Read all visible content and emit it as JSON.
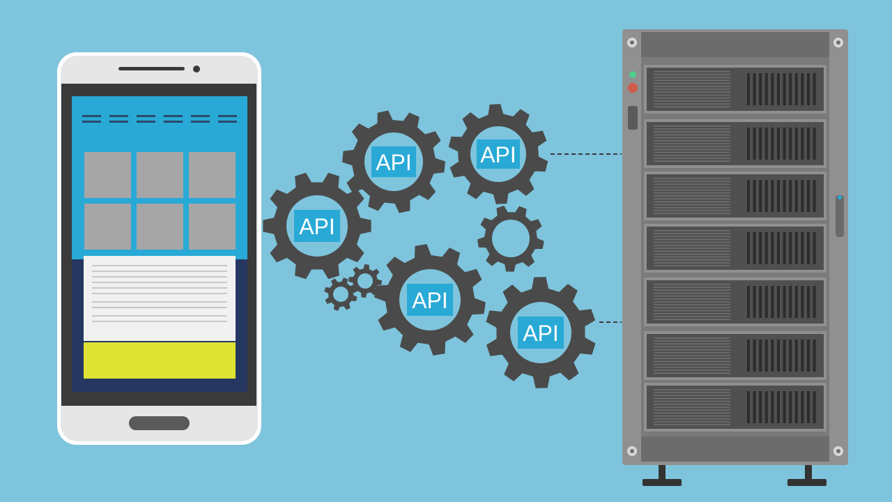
{
  "colors": {
    "background": "#7ec4dc",
    "gear": "#4a4a4a",
    "gear_label_bg": "#29a9d6",
    "gear_label_text": "#ffffff",
    "phone_body": "#e6e6e6",
    "phone_screen_frame": "#3a3a3a",
    "phone_header": "#29a9d6",
    "phone_tile": "#a6a6a6",
    "phone_lower": "#253660",
    "phone_card": "#f1f1f1",
    "phone_cta": "#dde233",
    "server_frame": "#909090",
    "server_unit": "#505050",
    "server_led_green": "#4fcf8c",
    "server_led_red": "#d15b4a"
  },
  "gears": {
    "gear_a": {
      "label": "API"
    },
    "gear_b": {
      "label": "API"
    },
    "gear_c": {
      "label": "API"
    },
    "gear_d": {
      "label": "API"
    },
    "gear_e": {
      "label": "API"
    }
  },
  "icons": {
    "phone": "smartphone-icon",
    "server": "server-rack-icon",
    "gear": "gear-icon"
  }
}
